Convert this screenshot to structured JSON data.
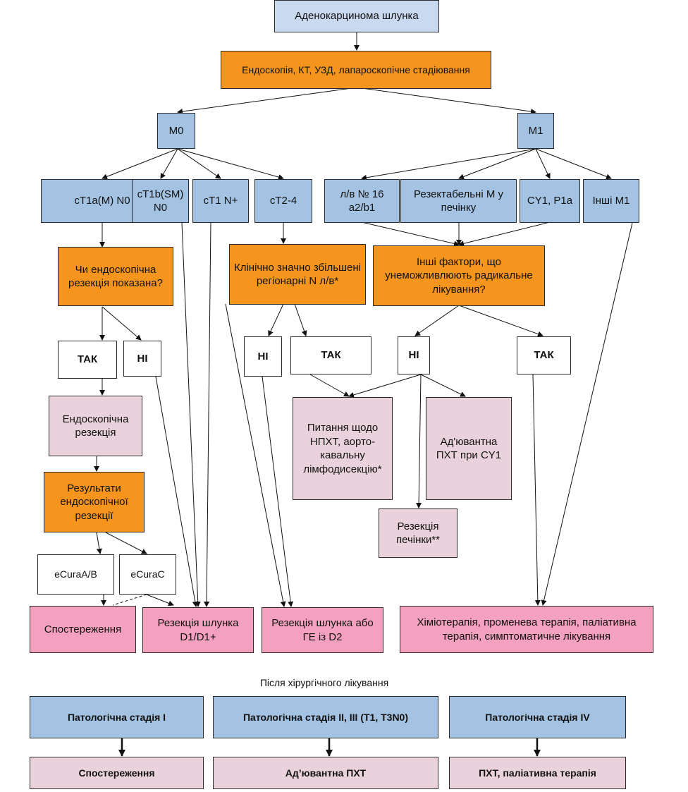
{
  "nodes": {
    "root": "Аденокарцинома шлунка",
    "staging": "Ендоскопія, КТ, УЗД, лапароскопічне стадіювання",
    "m0": "M0",
    "m1": "M1",
    "ct1a": "cT1a(M) N0",
    "ct1b": "cT1b(SM) N0",
    "ct1n": "cT1 N+",
    "ct24": "cT2-4",
    "lv16": "л/в № 16 a2/b1",
    "resect_m": "Резектабельні М у печінку",
    "cy1": "CY1, P1a",
    "other_m1": "Інші М1",
    "endo_q": "Чи ендоскопічна резекція показана?",
    "regional_q": "Клінічно значно збільшені регіонарні N л/в*",
    "other_factors_q": "Інші фактори, що унеможливлюють радикальне лікування?",
    "yes1": "ТАК",
    "no1": "НІ",
    "no2": "НІ",
    "yes2": "ТАК",
    "no3": "НІ",
    "yes3": "ТАК",
    "endo_resection": "Ендоскопічна резекція",
    "nphxt": "Питання щодо НПХТ, аорто-кавальну лімфодисекцію*",
    "adj_cy1": "Ад'ювантна ПХТ при CY1",
    "endo_results": "Результати ендоскопічної резекції",
    "liver_resection": "Резекція печінки**",
    "ecura_ab": "eCuraA/B",
    "ecura_c": "eCuraC",
    "observation": "Спостереження",
    "resection_d1": "Резекція шлунка D1/D1+",
    "resection_d2": "Резекція шлунка або ГЕ із D2",
    "chemo": "Хіміотерапія, променева терапія, паліативна терапія, симптоматичне лікування"
  },
  "post_surgery": {
    "caption": "Після хірургічного лікування",
    "stage1": "Патологічна стадія I",
    "stage23": "Патологічна стадія II, III (T1, T3N0)",
    "stage4": "Патологічна стадія IV",
    "result1": "Спостереження",
    "result23": "Ад’ювантна ПХТ",
    "result4": "ПХТ, паліативна терапія"
  },
  "colors": {
    "blue": "#a4c3e2",
    "orange": "#f5951d",
    "light_blue": "#c9d9ef",
    "light_pink": "#ead2dc",
    "pink": "#f4a0bf"
  }
}
